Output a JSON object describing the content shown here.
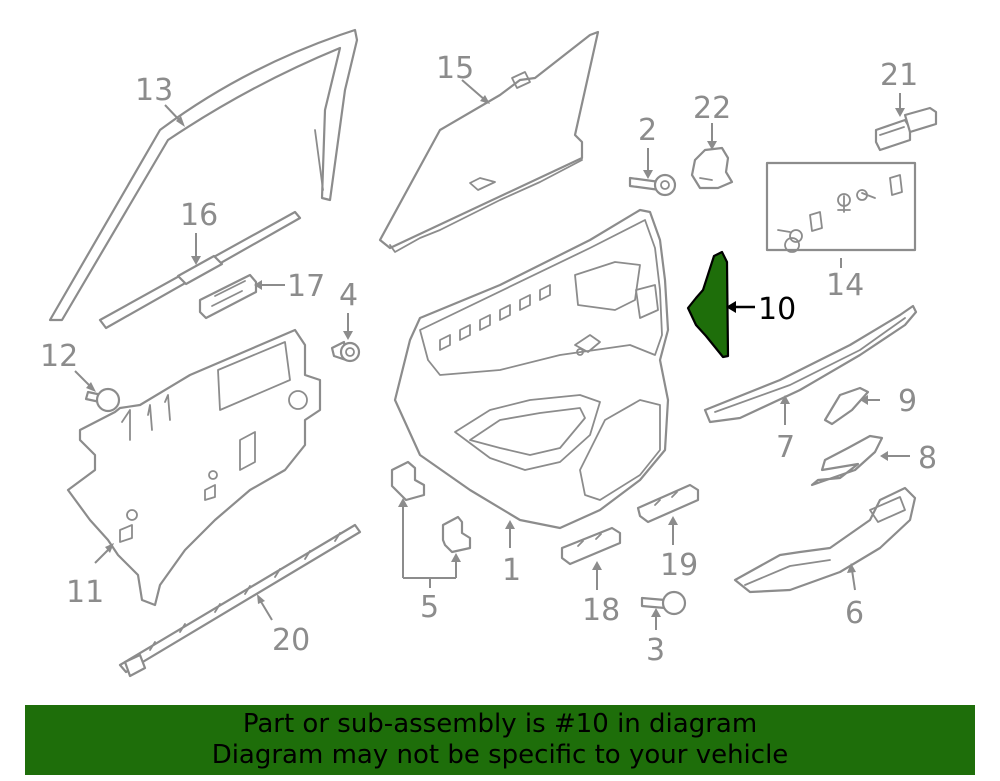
{
  "diagram": {
    "callouts": [
      "1",
      "2",
      "3",
      "4",
      "5",
      "6",
      "7",
      "8",
      "9",
      "10",
      "11",
      "12",
      "13",
      "14",
      "15",
      "16",
      "17",
      "18",
      "19",
      "20",
      "21",
      "22"
    ],
    "highlight_part": "10",
    "colors": {
      "highlight_fill": "#1e6e0a",
      "line": "#8c8c8c",
      "banner": "#1e6e0a",
      "text": "#000000"
    }
  },
  "banner": {
    "line1": "Part or sub-assembly is #10 in diagram",
    "line2": "Diagram may not be specific to your vehicle"
  }
}
